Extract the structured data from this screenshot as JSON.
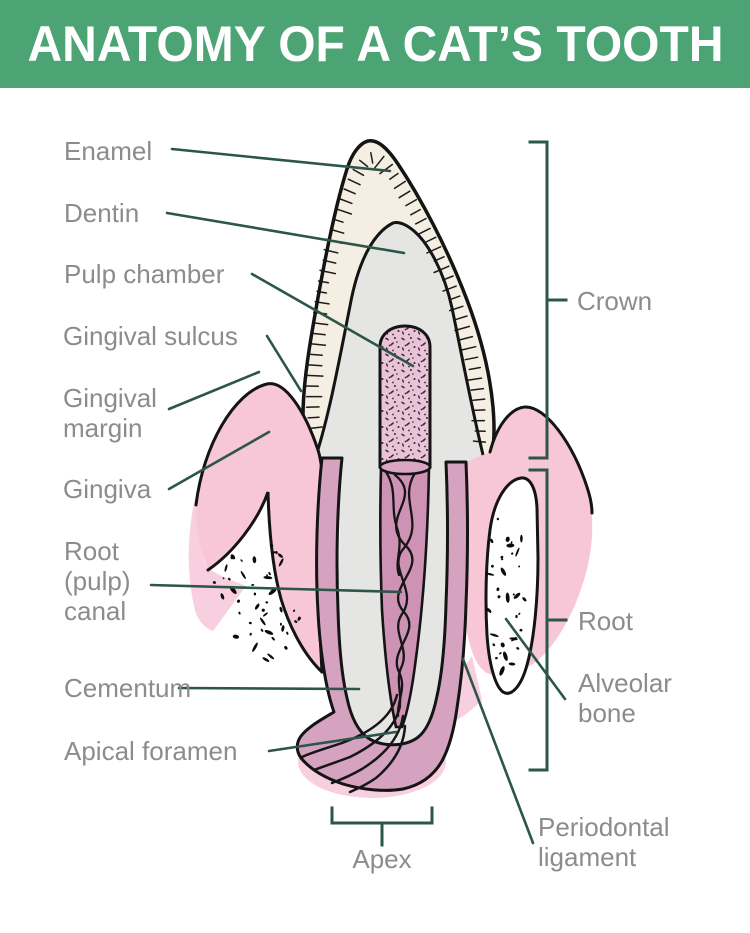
{
  "header": {
    "title": "ANATOMY OF A CAT’S TOOTH"
  },
  "labels": {
    "enamel": "Enamel",
    "dentin": "Dentin",
    "pulp_chamber": "Pulp chamber",
    "gingival_sulcus": "Gingival sulcus",
    "gingival_margin": "Gingival\nmargin",
    "gingiva": "Gingiva",
    "root_pulp_canal": "Root\n(pulp)\ncanal",
    "cementum": "Cementum",
    "apical_foramen": "Apical foramen",
    "crown": "Crown",
    "root": "Root",
    "alveolar_bone": "Alveolar\nbone",
    "periodontal_ligament": "Periodontal\nligament",
    "apex": "Apex"
  },
  "colors": {
    "header_green": "#4CA475",
    "title_white": "#FFFFFF",
    "leader_green": "#2C5649",
    "label_gray": "#8B8C8E",
    "outline_black": "#141414",
    "enamel_cream": "#F5EEE2",
    "dentin_gray": "#E5E6E4",
    "pulp_pink": "#E9C3D7",
    "canal_mauve": "#CE92B5",
    "canal_ellipse_mauve": "#D9A6C4",
    "cementum_mauve": "#D5A2C0",
    "gingiva_pink": "#F8C7D7",
    "gingiva_pale_pink": "#F8CFDE",
    "bone_white": "#FFFFFF",
    "background": "#FFFFFF"
  }
}
